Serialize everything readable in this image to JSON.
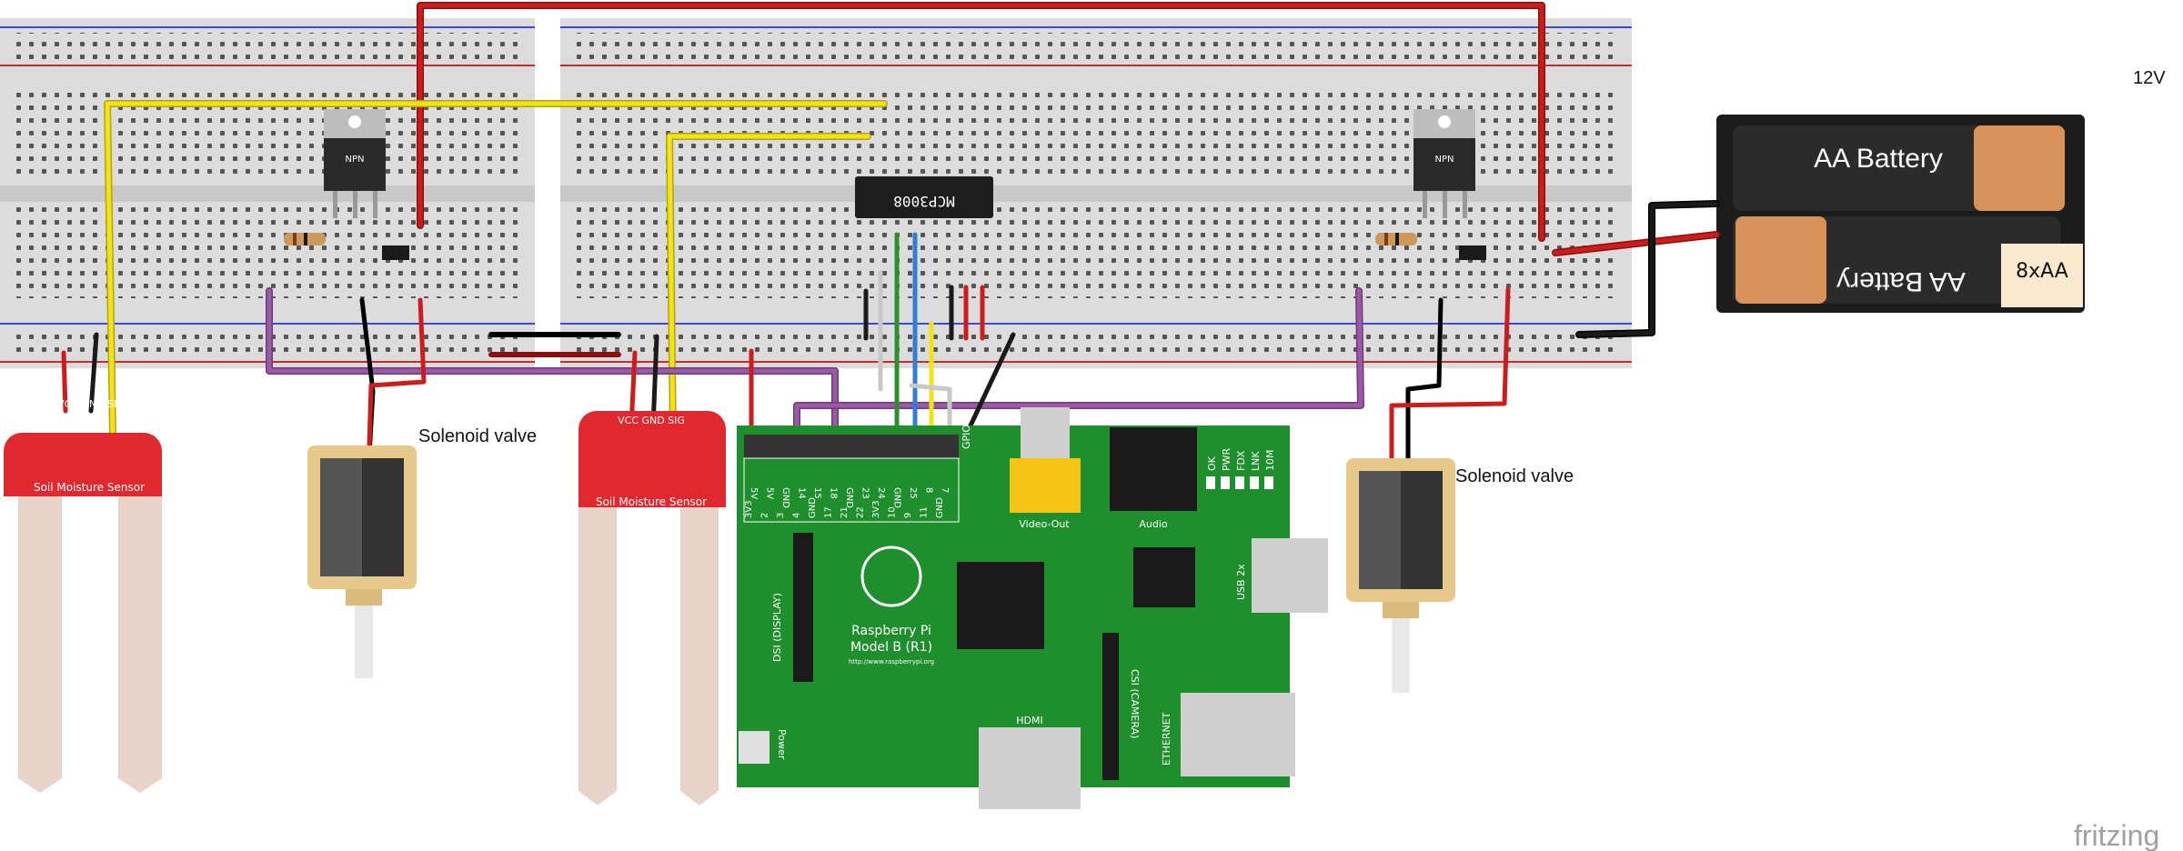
{
  "labels": {
    "supply_voltage": "12V",
    "solenoid_left": "Solenoid valve",
    "solenoid_right": "Solenoid valve",
    "adc_chip": "MCP3008",
    "transistor": "NPN",
    "battery_top": "AA Battery",
    "battery_bottom": "AA Battery",
    "battery_count": "8xAA",
    "sensor_pins": "VCC GND SIG",
    "sensor_name": "Soil Moisture Sensor",
    "pi_name": "Raspberry Pi",
    "pi_model": "Model B (R1)",
    "pi_url": "http://www.raspberrypi.org",
    "pi_gpio": "GPIO",
    "pi_video": "Video-Out",
    "pi_audio": "Audio",
    "pi_usb": "USB 2x",
    "pi_hdmi": "HDMI",
    "pi_ethernet": "ETHERNET",
    "pi_csi": "CSI (CAMERA)",
    "pi_dsi": "DSI (DISPLAY)",
    "pi_power": "Power",
    "pi_leds": [
      "OK",
      "PWR",
      "FDX",
      "LNK",
      "10M"
    ],
    "gpio_top": [
      "5V",
      "5V",
      "GND",
      "14",
      "15",
      "18",
      "GND",
      "23",
      "24",
      "GND",
      "25",
      "8",
      "7"
    ],
    "gpio_bottom": [
      "3V3",
      "2",
      "3",
      "4",
      "GND",
      "17",
      "21",
      "22",
      "3V3",
      "10",
      "9",
      "11",
      "GND"
    ],
    "watermark": "fritzing"
  },
  "colors": {
    "wire_red": "#cc1d1d",
    "wire_black": "#1a1a1a",
    "wire_yellow": "#f2e21a",
    "wire_purple": "#9b59a6",
    "wire_green": "#3cb043",
    "wire_blue": "#2f7fd6",
    "wire_gray": "#c8c8c8",
    "board_green": "#1f8f2d",
    "sensor_red": "#e0282f",
    "breadboard": "#dcdcdc"
  }
}
